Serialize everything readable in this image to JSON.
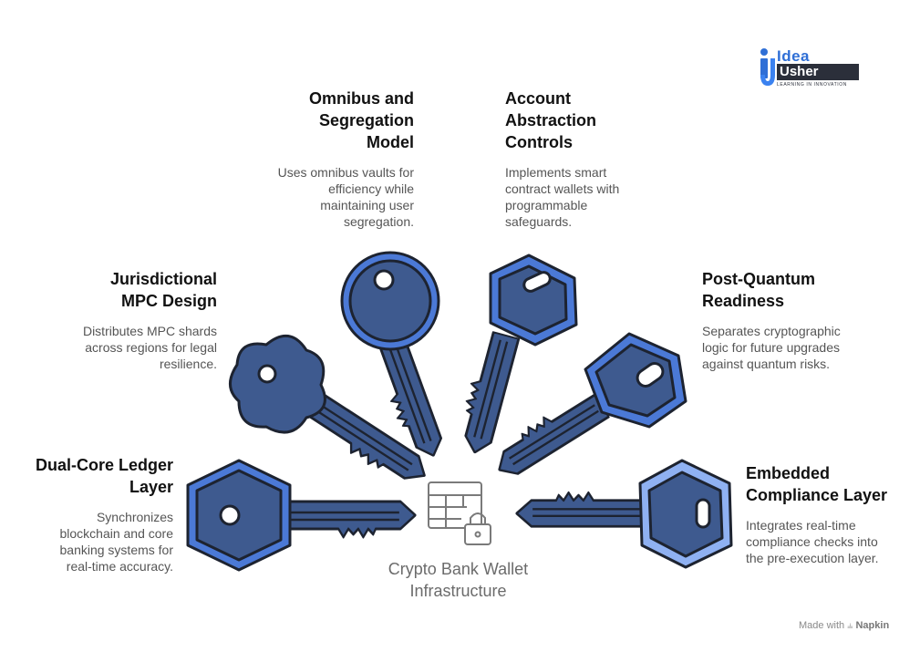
{
  "logo": {
    "word1": "Idea",
    "word2": "Usher",
    "tagline": "LEARNING IN INNOVATION",
    "icon": "idea-usher-logo-icon"
  },
  "center": {
    "label": "Crypto Bank Wallet\nInfrastructure",
    "icon": "table-lock-icon"
  },
  "items": [
    {
      "title": "Omnibus and\nSegregation\nModel",
      "desc": "Uses omnibus vaults for\nefficiency while\nmaintaining user\nsegregation."
    },
    {
      "title": "Account\nAbstraction\nControls",
      "desc": "Implements smart\ncontract wallets with\nprogrammable\nsafeguards."
    },
    {
      "title": "Jurisdictional\nMPC Design",
      "desc": "Distributes MPC shards\nacross regions for legal\nresilience."
    },
    {
      "title": "Post-Quantum\nReadiness",
      "desc": "Separates cryptographic\nlogic for future upgrades\nagainst quantum risks."
    },
    {
      "title": "Dual-Core Ledger\nLayer",
      "desc": "Synchronizes\nblockchain and core\nbanking systems for\nreal-time accuracy."
    },
    {
      "title": "Embedded\nCompliance Layer",
      "desc": "Integrates real-time\ncompliance checks into\nthe pre-execution layer."
    }
  ],
  "footer": {
    "made_with": "Made with",
    "brand": "Napkin",
    "icon": "napkin-logo-icon"
  },
  "colors": {
    "key_dark": "#3e5a8f",
    "key_mid": "#4b79d6",
    "key_light": "#8fb1f2",
    "outline": "#1d2330",
    "title_text": "#111111",
    "desc_text": "#555555"
  }
}
